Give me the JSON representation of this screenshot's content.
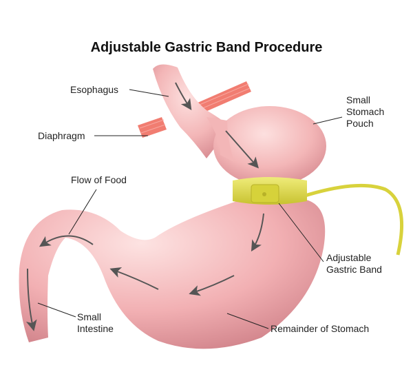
{
  "title": "Adjustable Gastric Band Procedure",
  "labels": {
    "esophagus": "Esophagus",
    "diaphragm": "Diaphragm",
    "pouch_line1": "Small",
    "pouch_line2": "Stomach",
    "pouch_line3": "Pouch",
    "flow_of_food": "Flow of Food",
    "band_line1": "Adjustable",
    "band_line2": "Gastric Band",
    "intestine_line1": "Small",
    "intestine_line2": "Intestine",
    "remainder": "Remainder of Stomach"
  },
  "colors": {
    "tissue": "#f2b3b5",
    "tissue_dark": "#d98a90",
    "band": "#e0dc4a",
    "diaphragm": "#ee6a5e"
  }
}
